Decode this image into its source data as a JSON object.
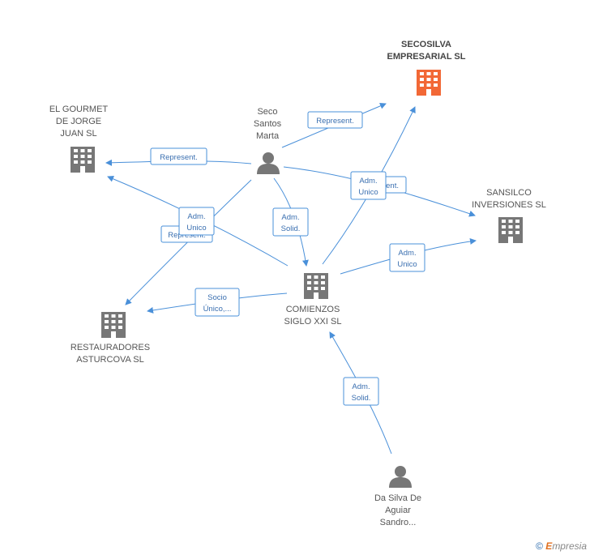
{
  "nodes": {
    "secosilva": {
      "label": "SECOSILVA\nEMPRESARIAL SL",
      "type": "company",
      "color": "#f26836"
    },
    "gourmet": {
      "label": "EL GOURMET\nDE JORGE\nJUAN  SL",
      "type": "company",
      "color": "#777777"
    },
    "seco": {
      "label": "Seco\nSantos\nMarta",
      "type": "person",
      "color": "#777777"
    },
    "sansilco": {
      "label": "SANSILCO\nINVERSIONES SL",
      "type": "company",
      "color": "#777777"
    },
    "comienzos": {
      "label": "COMIENZOS\nSIGLO XXI SL",
      "type": "company",
      "color": "#777777"
    },
    "restauradores": {
      "label": "RESTAURADORES\nASTURCOVA SL",
      "type": "company",
      "color": "#777777"
    },
    "dasilva": {
      "label": "Da Silva De\nAguiar\nSandro...",
      "type": "person",
      "color": "#777777"
    }
  },
  "edges": [
    {
      "id": "e1",
      "label1": "Represent.",
      "label2": ""
    },
    {
      "id": "e2",
      "label1": "Represent.",
      "label2": ""
    },
    {
      "id": "e3",
      "label1": "Adm.",
      "label2": "Unico"
    },
    {
      "id": "e4",
      "label1": "Represent.",
      "label2": ""
    },
    {
      "id": "e5",
      "label1": "Adm.",
      "label2": "Unico"
    },
    {
      "id": "e6",
      "label1": "Represent.",
      "label2": ""
    },
    {
      "id": "e7",
      "label1": "Adm.",
      "label2": "Solid."
    },
    {
      "id": "e8",
      "label1": "Adm.",
      "label2": "Unico"
    },
    {
      "id": "e9",
      "label1": "Socio",
      "label2": "Único,..."
    },
    {
      "id": "e10",
      "label1": "Adm.",
      "label2": "Solid."
    }
  ],
  "copyright": {
    "symbol": "©",
    "brand_e": "E",
    "brand_rest": "mpresia"
  },
  "colors": {
    "edge": "#4a90d9",
    "focus_company": "#f26836",
    "node": "#777777"
  }
}
